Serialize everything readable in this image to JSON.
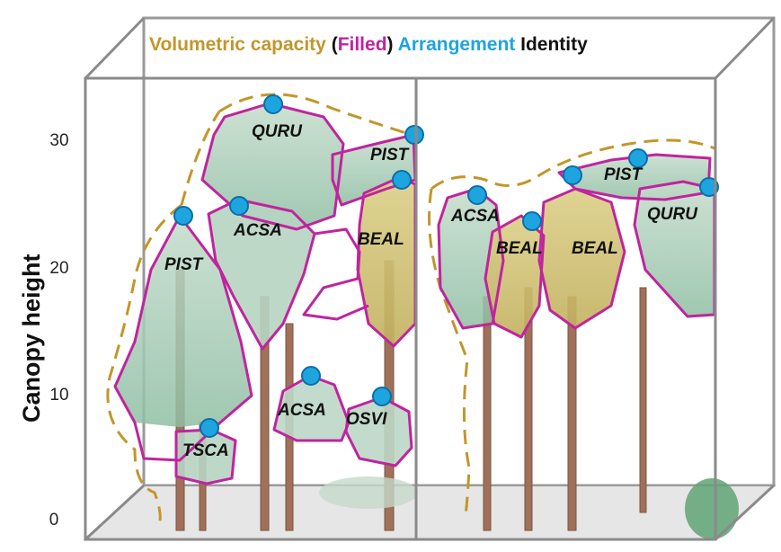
{
  "title": {
    "parts": [
      {
        "text": "Volumetric capacity",
        "color": "#C2962A"
      },
      {
        "text": " (",
        "color": "#111111"
      },
      {
        "text": "Filled",
        "color": "#C0249E"
      },
      {
        "text": ")",
        "color": "#111111"
      },
      {
        "text": " Arrangement",
        "color": "#1EA5DF"
      },
      {
        "text": " Identity",
        "color": "#111111"
      }
    ]
  },
  "axis": {
    "ylabel": "Canopy height",
    "ticks": [
      "0",
      "10",
      "20",
      "30"
    ]
  },
  "crowns": [
    {
      "label": "QURU",
      "side": "left"
    },
    {
      "label": "PIST",
      "side": "left"
    },
    {
      "label": "PIST",
      "side": "left"
    },
    {
      "label": "ACSA",
      "side": "left"
    },
    {
      "label": "BEAL",
      "side": "left"
    },
    {
      "label": "ACSA",
      "side": "left"
    },
    {
      "label": "OSVI",
      "side": "left"
    },
    {
      "label": "TSCA",
      "side": "left"
    },
    {
      "label": "ACSA",
      "side": "right"
    },
    {
      "label": "BEAL",
      "side": "right"
    },
    {
      "label": "BEAL",
      "side": "right"
    },
    {
      "label": "PIST",
      "side": "right"
    },
    {
      "label": "QURU",
      "side": "right"
    }
  ],
  "colors": {
    "volumetric_capacity": "#C2962A",
    "filled": "#C0249E",
    "arrangement": "#1EA5DF",
    "identity": "#111111",
    "crown_green": "#A9CDB6",
    "crown_yellow": "#D4C47A",
    "trunk": "#A0705A",
    "ground": "#E6E6E6",
    "box_edge": "#8A8A8A"
  },
  "icons": {
    "arrangement_marker": "blue-dot-icon"
  }
}
